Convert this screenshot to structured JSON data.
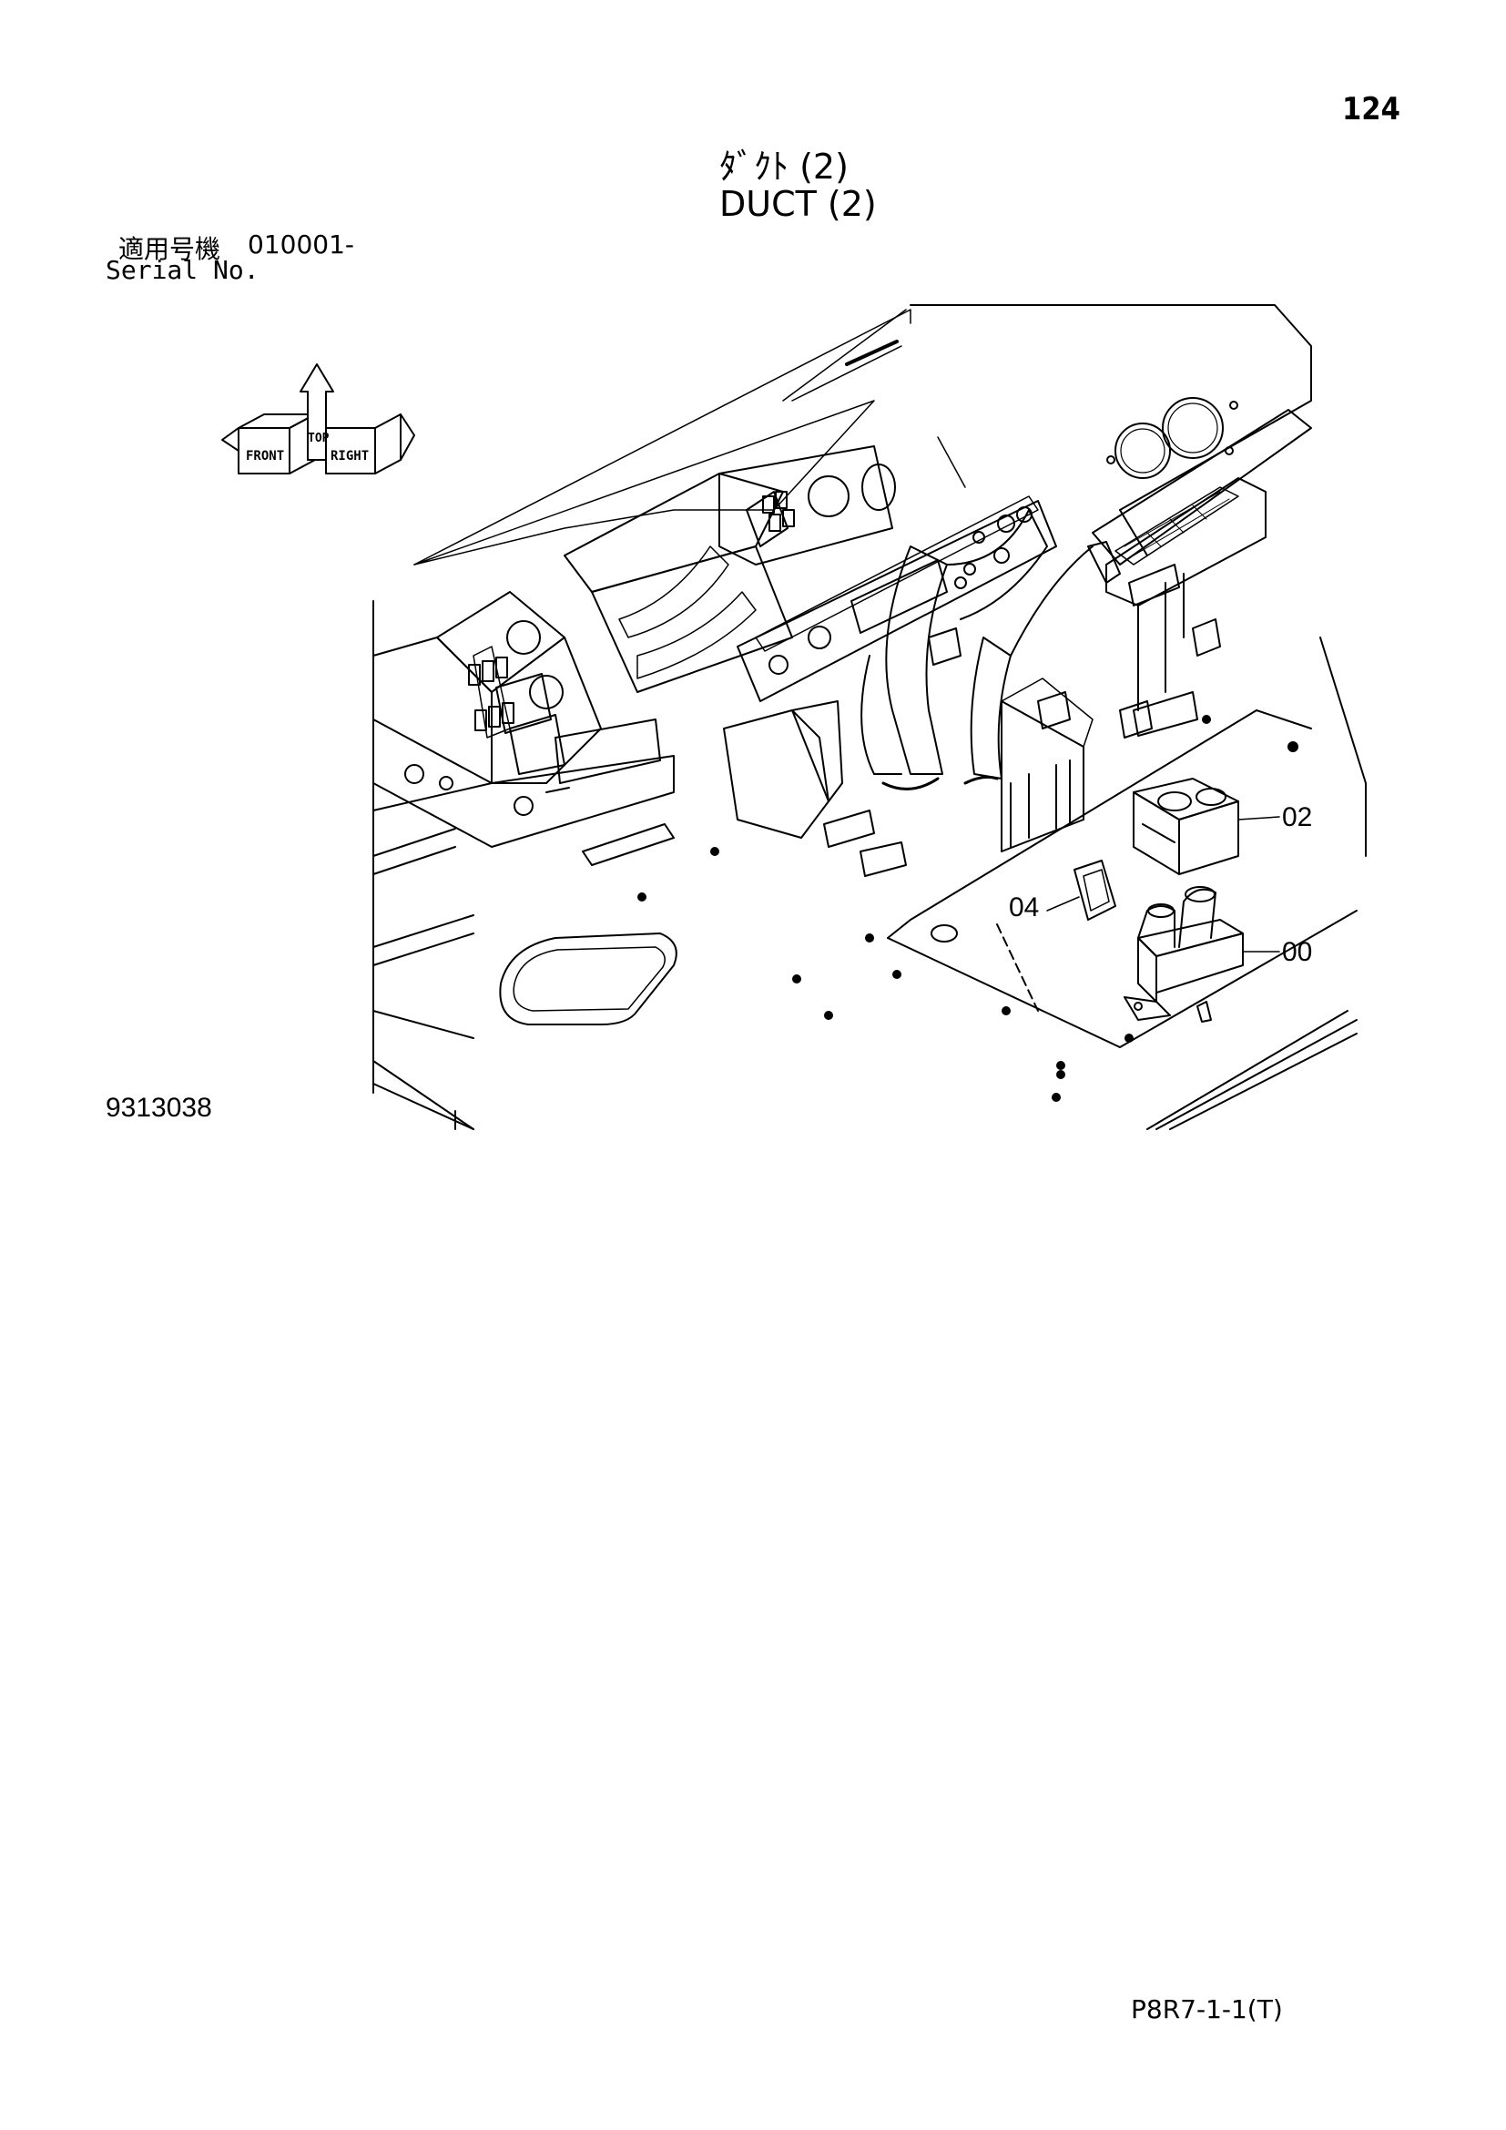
{
  "header": {
    "page_number": "124",
    "title_jp": "ﾀﾞｸﾄ (2)",
    "title_en": "DUCT (2)",
    "serial_label_jp": "適用号機",
    "serial_value": "010001-",
    "serial_label_en": "Serial No."
  },
  "orientation": {
    "top": "TOP",
    "front": "FRONT",
    "right": "RIGHT"
  },
  "callouts": {
    "c02": "02",
    "c04": "04",
    "c00": "00"
  },
  "drawing_number": "9313038",
  "footer": {
    "code": "P8R7-1-1(T)"
  }
}
